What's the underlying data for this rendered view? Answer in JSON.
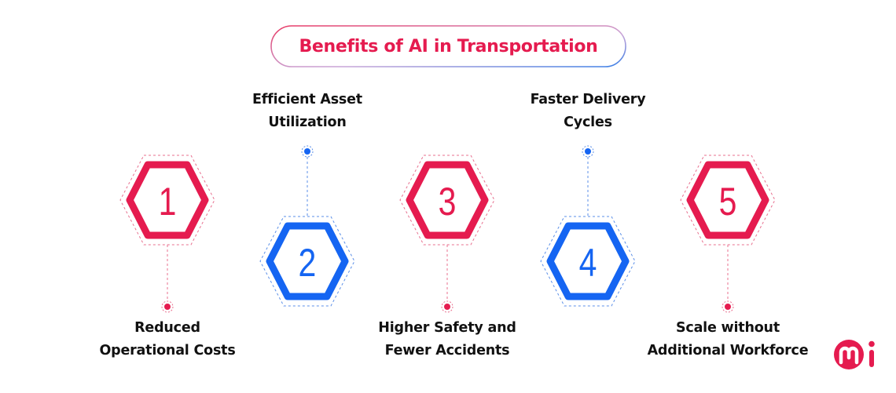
{
  "header": {
    "title": "Benefits of AI in Transportation"
  },
  "colors": {
    "red": "#e51b4f",
    "blue": "#1565f2",
    "text": "#111111"
  },
  "steps": [
    {
      "number": "1",
      "label_line1": "Reduced",
      "label_line2": "Operational Costs",
      "color": "red",
      "label_position": "bottom"
    },
    {
      "number": "2",
      "label_line1": "Efficient Asset",
      "label_line2": "Utilization",
      "color": "blue",
      "label_position": "top"
    },
    {
      "number": "3",
      "label_line1": "Higher Safety and",
      "label_line2": "Fewer Accidents",
      "color": "red",
      "label_position": "bottom"
    },
    {
      "number": "4",
      "label_line1": "Faster Delivery",
      "label_line2": "Cycles",
      "color": "blue",
      "label_position": "top"
    },
    {
      "number": "5",
      "label_line1": "Scale without",
      "label_line2": "Additional Workforce",
      "color": "red",
      "label_position": "bottom"
    }
  ],
  "logo": {
    "name": "mi-logo"
  }
}
